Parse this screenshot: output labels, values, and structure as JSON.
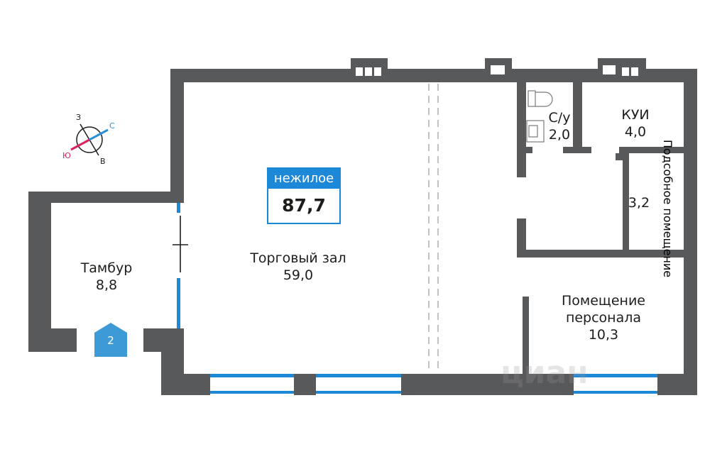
{
  "badge": {
    "type_label": "нежилое",
    "area": "87,7"
  },
  "rooms": {
    "trading_hall": {
      "name": "Торговый зал",
      "area": "59,0"
    },
    "vestibule": {
      "name": "Тамбур",
      "area": "8,8"
    },
    "bathroom": {
      "name": "С/у",
      "area": "2,0"
    },
    "kui": {
      "name": "КУИ",
      "area": "4,0"
    },
    "utility": {
      "name": "Подсобное помещение",
      "area": "3,2"
    },
    "staff_room": {
      "name_line1": "Помещение",
      "name_line2": "персонала",
      "area": "10,3"
    }
  },
  "compass": {
    "north": "С",
    "south": "Ю",
    "west": "З",
    "east": "В"
  },
  "entrance": {
    "number": "2"
  },
  "watermark": "циан",
  "colors": {
    "wall": "#58595b",
    "accent": "#1e88d8",
    "entrance": "#3d9ad6",
    "south": "#d6245a",
    "north": "#2a8fd4"
  }
}
